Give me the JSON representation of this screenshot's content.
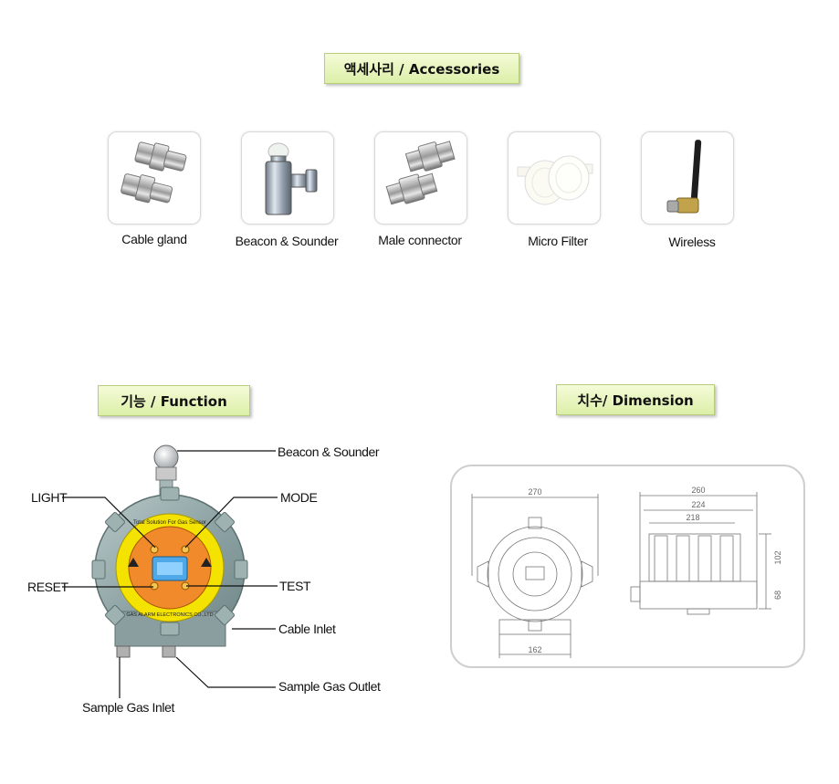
{
  "accessories": {
    "title": "액세사리  / Accessories",
    "items": [
      {
        "label": "Cable gland"
      },
      {
        "label": "Beacon & Sounder"
      },
      {
        "label": "Male connector"
      },
      {
        "label": "Micro Filter"
      },
      {
        "label": "Wireless"
      }
    ]
  },
  "function": {
    "title": "기능  / Function",
    "callouts": {
      "beacon": "Beacon & Sounder",
      "light": "LIGHT",
      "mode": "MODE",
      "reset": "RESET",
      "test": "TEST",
      "cable_inlet": "Cable Inlet",
      "sample_gas_outlet": "Sample Gas Outlet",
      "sample_gas_inlet": "Sample Gas Inlet"
    },
    "device_text": {
      "top": "Total Solution For Gas Sensor",
      "bottom": "GAS ALARM ELECTRONICS CO.,LTD"
    }
  },
  "dimension": {
    "title": "치수/ Dimension",
    "front": {
      "width_top": "270",
      "width_bottom": "162"
    },
    "side": {
      "width_1": "260",
      "width_2": "224",
      "width_3": "218",
      "height_1": "102",
      "height_2": "68"
    }
  },
  "colors": {
    "title_bg": "#dcefa8",
    "device_body": "#8fa6a6",
    "device_ring": "#f6e600",
    "display_orange": "#f07a1e"
  }
}
